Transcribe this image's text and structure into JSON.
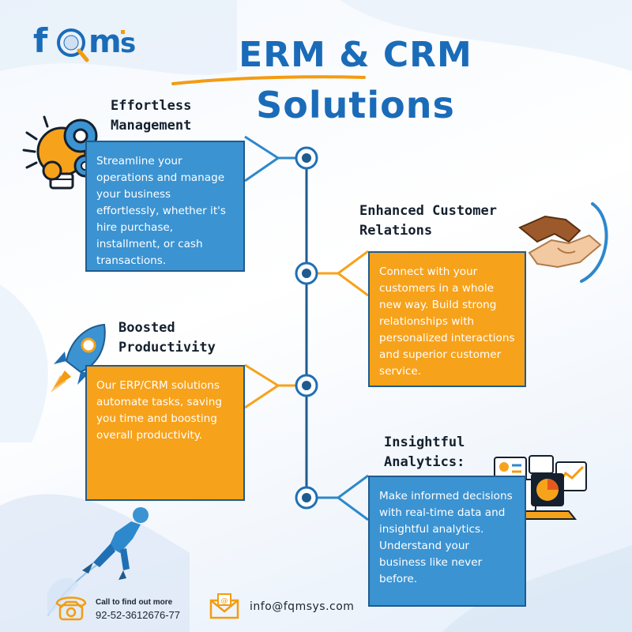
{
  "brand": {
    "logo_text": "fqms"
  },
  "title": {
    "line1": "ERM & CRM",
    "line2": "Solutions"
  },
  "sections": [
    {
      "heading": "Effortless\nManagement",
      "body": "Streamline your operations and manage your business effortlessly, whether it's hire purchase, installment, or cash transactions.",
      "color": "blue",
      "icon": "gear-bulb-icon"
    },
    {
      "heading": "Enhanced Customer\nRelations",
      "body": "Connect with your customers in a whole new way. Build strong relationships with personalized interactions and superior customer service.",
      "color": "orange",
      "icon": "handshake-icon"
    },
    {
      "heading": "Boosted\nProductivity",
      "body": "Our ERP/CRM solutions automate tasks, saving you time and boosting overall productivity.",
      "color": "orange",
      "icon": "rocket-icon"
    },
    {
      "heading": "Insightful\nAnalytics:",
      "body": "Make informed decisions with real-time data and insightful analytics. Understand your business like never before.",
      "color": "blue",
      "icon": "analytics-dashboard-icon"
    }
  ],
  "contact": {
    "call_label": "Call to find out more",
    "phone": "92-52-3612676-77",
    "email": "info@fqmsys.com",
    "phone_icon": "phone-icon",
    "email_icon": "envelope-icon"
  },
  "colors": {
    "primary_blue": "#1a6cb8",
    "box_blue": "#3b93d2",
    "box_orange": "#f7a21b",
    "accent_orange": "#f39c12",
    "line_dark": "#1f5b8e"
  }
}
